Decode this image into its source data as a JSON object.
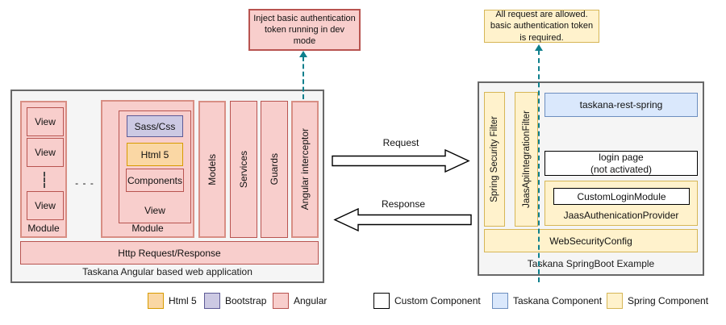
{
  "palette": {
    "angular_fill": "#F8CECC",
    "angular_stroke": "#B85450",
    "angular_stroke_light": "#D88E84",
    "html5_fill": "#FAD7A4",
    "html5_stroke": "#D79B00",
    "bootstrap_fill": "#CCC9E3",
    "bootstrap_stroke": "#5D5A96",
    "taskana_fill": "#DAE8FC",
    "taskana_stroke": "#6C8EBF",
    "spring_fill": "#FFF2CC",
    "spring_stroke": "#D6B656",
    "container_fill": "#F5F5F5",
    "container_stroke": "#686868",
    "teal_dashed": "#0E7F8C"
  },
  "notes": {
    "left": "Inject basic authentication token running in dev mode",
    "right": "All request are allowed. basic authentication token is required."
  },
  "angular_app": {
    "title": "Taskana Angular based web application",
    "module_label": "Module",
    "view_label": "View",
    "ellipsis": "- - -",
    "sass_css": "Sass/Css",
    "html5": "Html 5",
    "components": "Components",
    "bars": [
      "Models",
      "Services",
      "Guards",
      "Angular interceptor"
    ],
    "http_bar": "Http Request/Response"
  },
  "flow": {
    "request": "Request",
    "response": "Response"
  },
  "springboot_app": {
    "title": "Taskana SpringBoot Example",
    "spring_security_filter": "Spring Security Filter",
    "jaas_api_integration_filter": "JaasApiIntegrationFilter",
    "taskana_rest_spring": "taskana-rest-spring",
    "login_page_line1": "login page",
    "login_page_line2": "(not activated)",
    "custom_login_module": "CustomLoginModule",
    "jaas_authenication_provider": "JaasAuthenicationProvider",
    "web_security_config": "WebSecurityConfig"
  },
  "legend": {
    "items": [
      {
        "label": "Html 5",
        "fill": "#FAD7A4",
        "stroke": "#D79B00"
      },
      {
        "label": "Bootstrap",
        "fill": "#CCC9E3",
        "stroke": "#5D5A96"
      },
      {
        "label": "Angular",
        "fill": "#F8CECC",
        "stroke": "#B85450"
      },
      {
        "label": "Custom Component",
        "fill": "#FFFFFF",
        "stroke": "#000000"
      },
      {
        "label": "Taskana Component",
        "fill": "#DAE8FC",
        "stroke": "#6C8EBF"
      },
      {
        "label": "Spring Component",
        "fill": "#FFF2CC",
        "stroke": "#D6B656"
      }
    ]
  }
}
